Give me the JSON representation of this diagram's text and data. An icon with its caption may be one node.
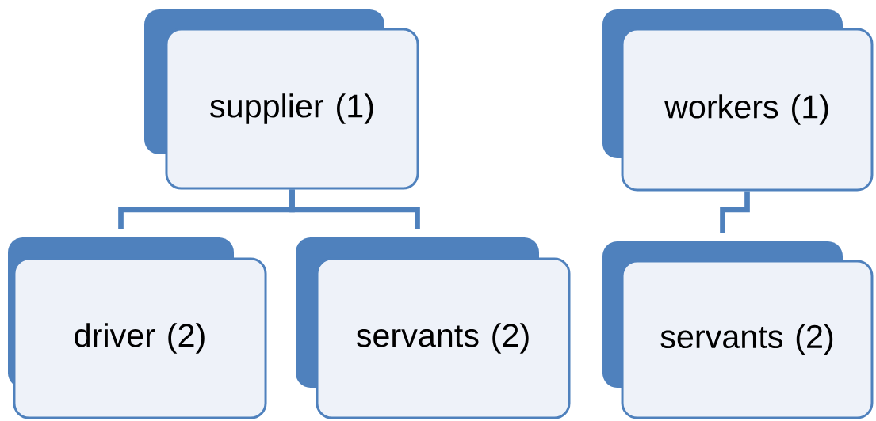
{
  "diagram": {
    "nodes": [
      {
        "text": [
          "supplier (1)"
        ]
      },
      {
        "text": [
          "driver (2)"
        ]
      },
      {
        "text": [
          "servants (2)"
        ]
      },
      {
        "text": [
          "workers (1)"
        ]
      },
      {
        "text": [
          "servants (2)"
        ]
      }
    ],
    "edges": [
      {
        "from": 0,
        "to": 1,
        "arrow": "none"
      },
      {
        "from": 0,
        "to": 2,
        "arrow": "none"
      },
      {
        "from": 3,
        "to": 4,
        "arrow": "none"
      }
    ]
  }
}
